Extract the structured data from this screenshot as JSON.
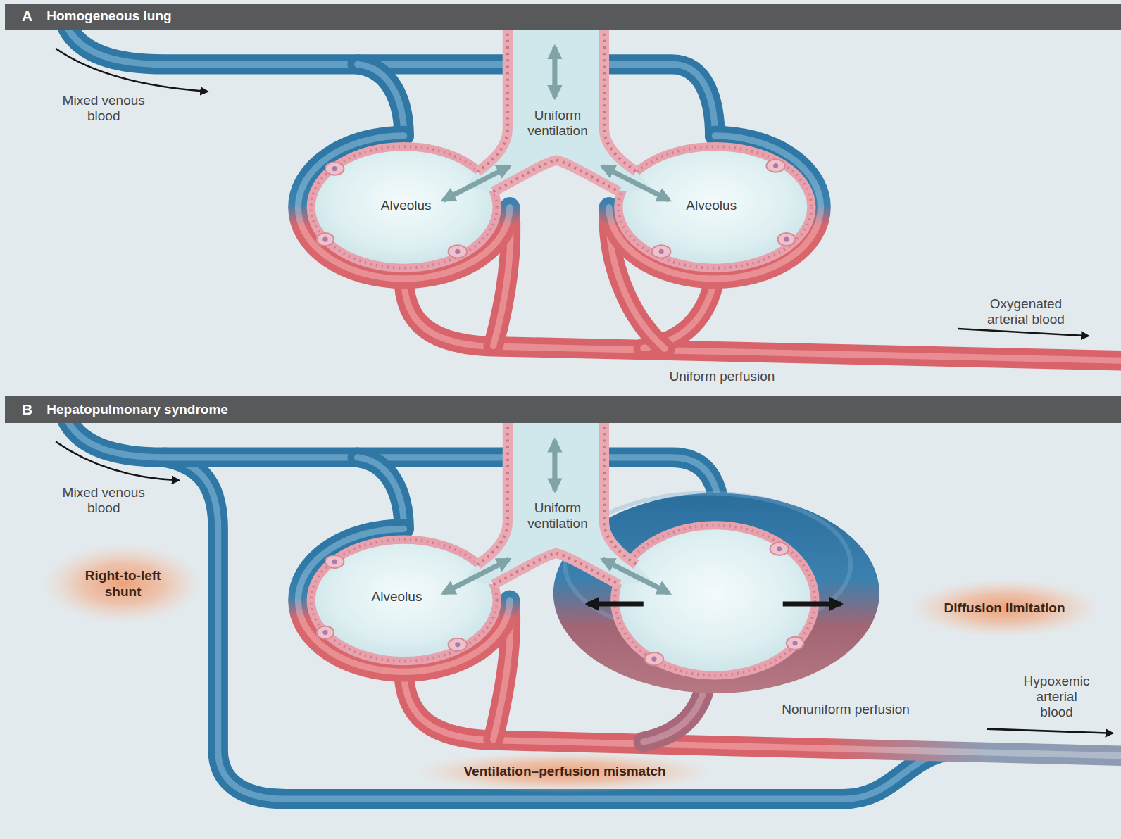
{
  "diagram": {
    "nodes": [
      {
        "text": [
          "A",
          "Homogeneous lung"
        ]
      },
      {
        "text": [
          "Alveolus"
        ]
      },
      {
        "text": [
          "Alveolus"
        ]
      },
      {
        "text": [
          "B",
          "Hepatopulmonary syndrome"
        ]
      },
      {
        "text": [
          "Right-to-left shunt"
        ]
      },
      {
        "text": [
          "Alveolus"
        ]
      },
      {
        "text": [
          "Diffusion limitation"
        ]
      },
      {
        "text": [
          "Ventilation–perfusion mismatch"
        ]
      }
    ],
    "labels": [
      "Mixed venous blood",
      "Uniform ventilation",
      "Oxygenated arterial blood",
      "Uniform perfusion",
      "Mixed venous blood",
      "Uniform ventilation",
      "Hypoxemic arterial blood",
      "Nonuniform perfusion"
    ]
  }
}
